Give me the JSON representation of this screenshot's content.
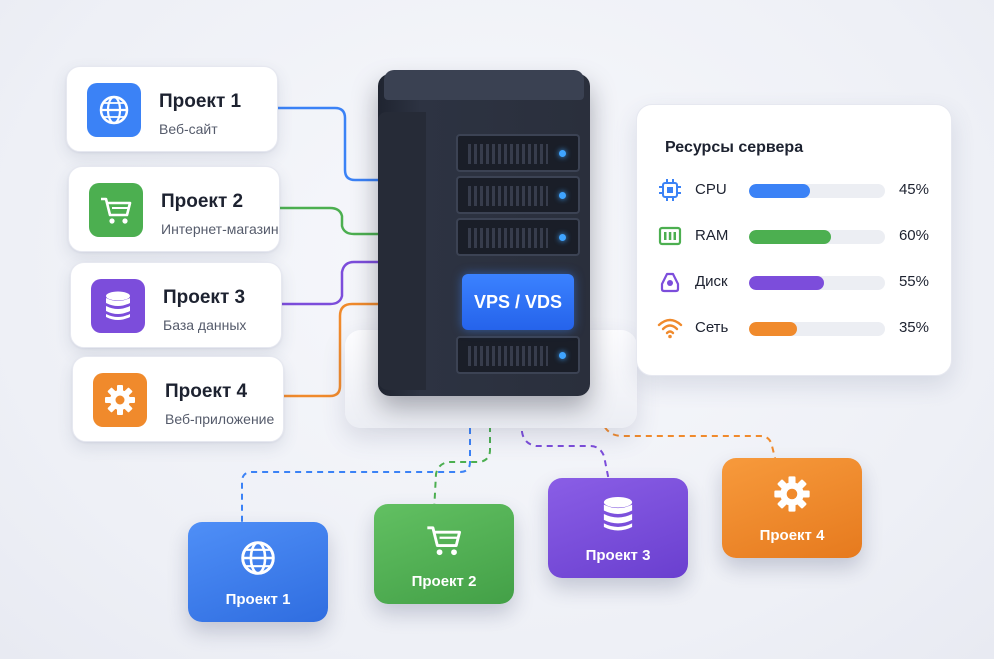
{
  "colors": {
    "blue": "#3b82f6",
    "green": "#4caf50",
    "purple": "#7c4ddb",
    "orange": "#f08a2c",
    "server": "#2a2f3c"
  },
  "left_projects": [
    {
      "title": "Проект 1",
      "subtitle": "Веб-сайт",
      "icon": "globe-icon",
      "color": "#3b82f6"
    },
    {
      "title": "Проект 2",
      "subtitle": "Интернет-магазин",
      "icon": "cart-icon",
      "color": "#4caf50"
    },
    {
      "title": "Проект 3",
      "subtitle": "База данных",
      "icon": "database-icon",
      "color": "#7c4ddb"
    },
    {
      "title": "Проект 4",
      "subtitle": "Веб-приложение",
      "icon": "gear-icon",
      "color": "#f08a2c"
    }
  ],
  "server": {
    "label": "VPS / VDS"
  },
  "resources": {
    "title": "Ресурсы сервера",
    "items": [
      {
        "name": "CPU",
        "value": "45%",
        "fraction": 0.45,
        "icon": "cpu-icon",
        "color": "#3b82f6"
      },
      {
        "name": "RAM",
        "value": "60%",
        "fraction": 0.6,
        "icon": "ram-icon",
        "color": "#4caf50"
      },
      {
        "name": "Диск",
        "value": "55%",
        "fraction": 0.55,
        "icon": "disk-icon",
        "color": "#7c4ddb"
      },
      {
        "name": "Сеть",
        "value": "35%",
        "fraction": 0.35,
        "icon": "wifi-icon",
        "color": "#f08a2c"
      }
    ]
  },
  "bottom_tiles": [
    {
      "label": "Проект 1",
      "icon": "globe-icon",
      "color": "#3b82f6"
    },
    {
      "label": "Проект 2",
      "icon": "cart-icon",
      "color": "#4caf50"
    },
    {
      "label": "Проект 3",
      "icon": "database-icon",
      "color": "#7c4ddb"
    },
    {
      "label": "Проект 4",
      "icon": "gear-icon",
      "color": "#f08a2c"
    }
  ]
}
